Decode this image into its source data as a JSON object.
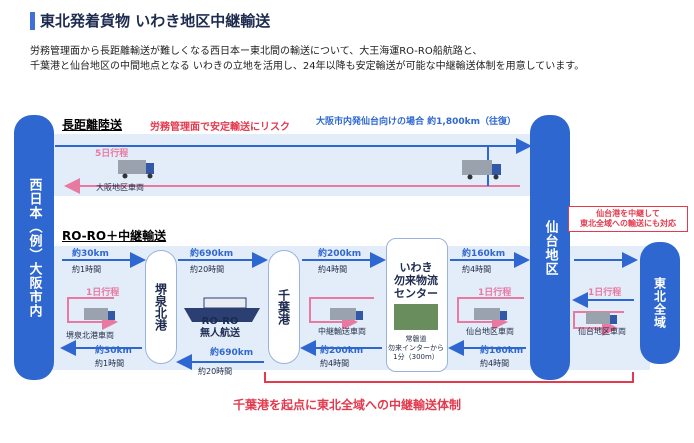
{
  "title": "東北発着貨物 いわき地区中継輸送",
  "intro": {
    "line1": "労務管理面から長距離輸送が難しくなる西日本ー東北間の輸送について、大王海運RO-RO船航路と、",
    "line2": "千葉港と仙台地区の中間地点となる いわきの立地を活用し、24年以降も安定輸送が可能な中継輸送体制を用意しています。"
  },
  "left_pillar": "西日本（例）大阪市内",
  "right_pillar": "仙台地区",
  "tohoku": "東北全域",
  "long_distance": {
    "header": "長距離陸送",
    "risk": "労務管理面で安定輸送にリスク",
    "route": "大阪市内発仙台向けの場合 約1,800km（往復）",
    "days": "5日行程",
    "vehicle": "大阪地区車両"
  },
  "roro": {
    "header": "RO-RO＋中継輸送",
    "seg1_out_km": "約30km",
    "seg1_out_time": "約1時間",
    "seg1_ret_km": "約30km",
    "seg1_ret_time": "約1時間",
    "seg1_days": "1日行程",
    "seg1_vehicle": "堺泉北港車両",
    "port_sakai": "堺泉北港",
    "ship_out_km": "約690km",
    "ship_out_time": "約20時間",
    "ship_ret_km": "約690km",
    "ship_ret_time": "約20時間",
    "ship_label1": "RO-RO",
    "ship_label2": "無人航送",
    "port_chiba": "千葉港",
    "seg2_out_km": "約200km",
    "seg2_out_time": "約4時間",
    "seg2_ret_km": "約200km",
    "seg2_ret_time": "約4時間",
    "seg2_vehicle": "中継輸送車両",
    "iwaki_name": "いわき\n勿来物流\nセンター",
    "iwaki_caption": "常磐道\n勿来インターから\n1分（300m）",
    "seg3_out_km": "約160km",
    "seg3_out_time": "約4時間",
    "seg3_ret_km": "約160km",
    "seg3_ret_time": "約4時間",
    "seg3_days": "1日行程",
    "seg3_vehicle": "仙台地区車両",
    "seg4_days": "1日行程",
    "seg4_vehicle": "仙台地区車両",
    "sendai_note": "仙台港を中継して\n東北全域への輸送にも対応"
  },
  "bottom": "千葉港を起点に東北全域への中継輸送体制",
  "colors": {
    "accent_blue": "#2f67d1",
    "red": "#e33a4d",
    "band": "#e3edfa"
  }
}
